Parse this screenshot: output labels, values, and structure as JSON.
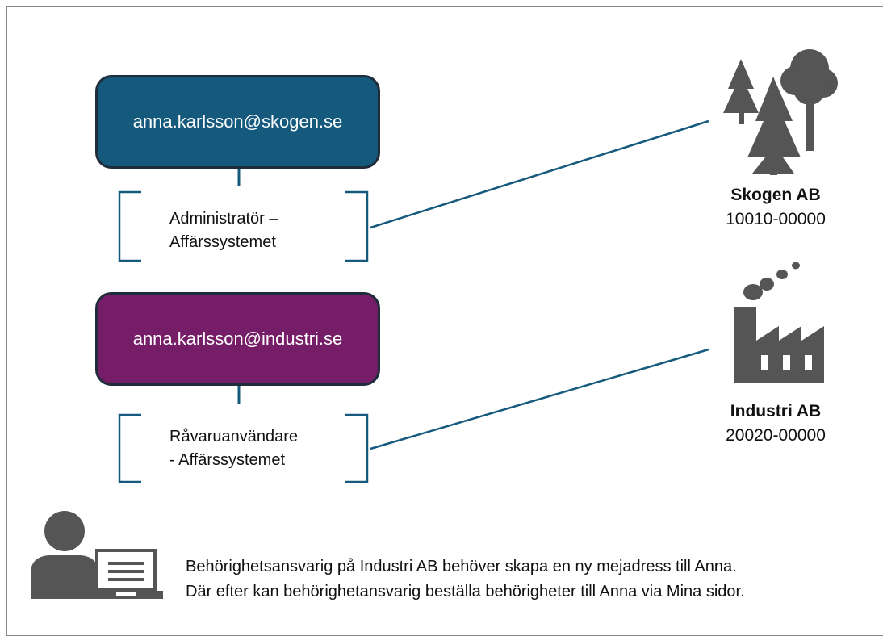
{
  "accounts": [
    {
      "email": "anna.karlsson@skogen.se",
      "role_line1": "Administratör –",
      "role_line2": "Affärssystemet",
      "color": "#155a7d"
    },
    {
      "email": "anna.karlsson@industri.se",
      "role_line1": "Råvaruanvändare",
      "role_line2": "- Affärssystemet",
      "color": "#761d68"
    }
  ],
  "companies": [
    {
      "name": "Skogen AB",
      "org_number": "10010-00000",
      "icon": "trees-icon"
    },
    {
      "name": "Industri AB",
      "org_number": "20020-00000",
      "icon": "factory-icon"
    }
  ],
  "note": {
    "line1": "Behörighetsansvarig på Industri AB behöver skapa en ny mejadress till Anna.",
    "line2": "Där efter kan behörighetansvarig beställa behörigheter till Anna via Mina sidor.",
    "icon": "user-computer-icon"
  },
  "colors": {
    "line": "#155a7d",
    "icon": "#555555"
  }
}
